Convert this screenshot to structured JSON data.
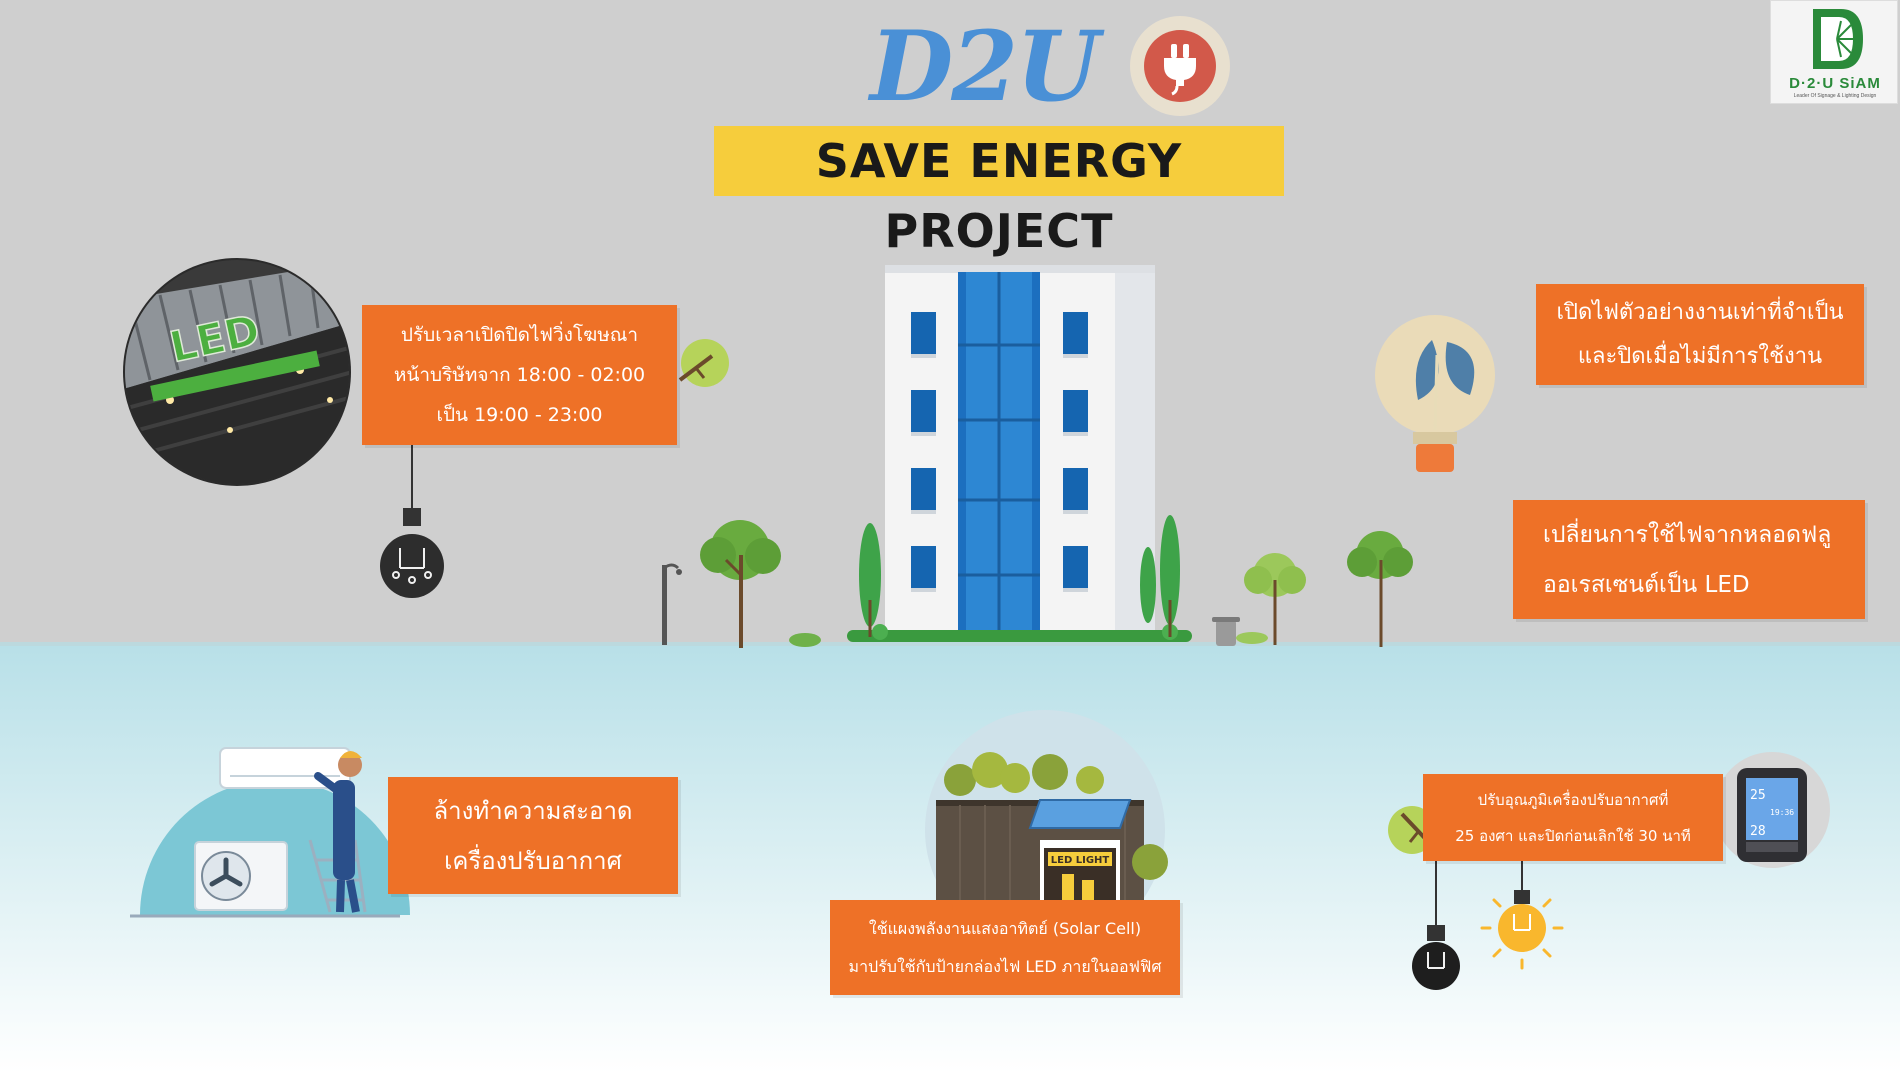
{
  "brand": {
    "title": "D2U",
    "banner": "SAVE ENERGY PROJECT",
    "logo_name": "D·2·U SiAM",
    "logo_tagline": "Leader Of Signage & Lighting Design",
    "icon": "plug-icon",
    "colors": {
      "title_blue": "#4a90d6",
      "banner_yellow": "#f6cd3c",
      "box_orange": "#ee7127",
      "logo_green": "#2a8a3a"
    }
  },
  "sign_photo": {
    "text": "LED"
  },
  "tips": {
    "sign_schedule": {
      "lines": [
        "ปรับเวลาเปิดปิดไฟวิ่งโฆษณา",
        "หน้าบริษัทจาก  18:00  -  02:00",
        "เป็น  19:00  -  23:00"
      ]
    },
    "lights_needed": {
      "lines": [
        "เปิดไฟตัวอย่างงานเท่าที่จำเป็น",
        "และปิดเมื่อไม่มีการใช้งาน"
      ]
    },
    "switch_led": {
      "lines": [
        "เปลี่ยนการใช้ไฟจากหลอดฟลู",
        "ออเรสเซนต์เป็น  LED"
      ]
    },
    "clean_ac": {
      "lines": [
        "ล้างทำความสะอาด",
        "เครื่องปรับอากาศ"
      ]
    },
    "solar": {
      "lines": [
        "ใช้แผงพลังงานแสงอาทิตย์  (Solar Cell)",
        "มาปรับใช้กับป้ายกล่องไฟ  LED  ภายในออฟฟิศ"
      ]
    },
    "ac_temp": {
      "lines": [
        "ปรับอุณภูมิเครื่องปรับอากาศที่",
        "25  องศา  และปิดก่อนเลิกใช้  30  นาที"
      ]
    }
  },
  "led_house": {
    "sign": "LED LIGHT"
  },
  "thermostat": {
    "temp_top": "25",
    "time": "19:36",
    "temp_bottom": "28"
  }
}
